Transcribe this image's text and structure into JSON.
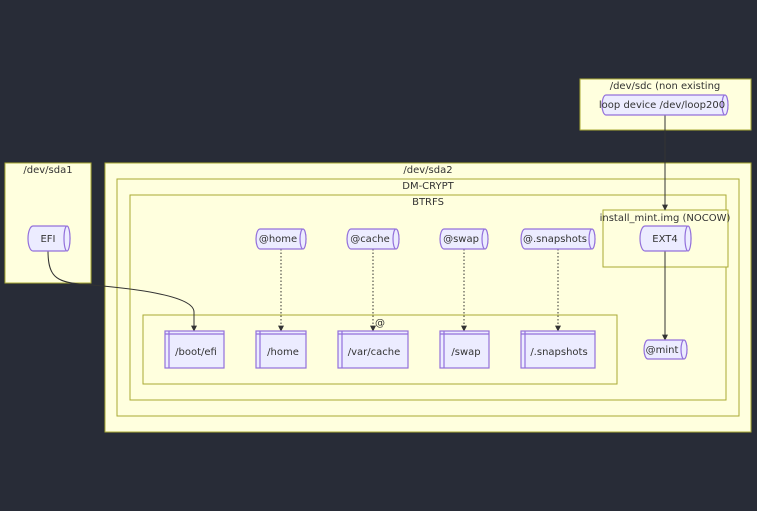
{
  "colors": {
    "background": "#282c37",
    "cluster_fill": "#ffffde",
    "cluster_stroke": "#aaaa33",
    "node_fill": "#ececff",
    "node_stroke": "#9370db",
    "edge": "#333333"
  },
  "clusters": {
    "sda1": "/dev/sda1",
    "sda2": "/dev/sda2",
    "dmcrypt": "DM-CRYPT",
    "btrfs": "BTRFS",
    "sdc": "/dev/sdc (non existing",
    "install_img": "install_mint.img (NOCOW)",
    "at_root": "@"
  },
  "nodes": {
    "loop": "loop device /dev/loop200",
    "efi": "EFI",
    "ext4": "EXT4",
    "sv_home": "@home",
    "sv_cache": "@cache",
    "sv_swap": "@swap",
    "sv_snapshots": "@.snapshots",
    "mnt_boot_efi": "/boot/efi",
    "mnt_home": "/home",
    "mnt_var_cache": "/var/cache",
    "mnt_swap": "/swap",
    "mnt_snapshots": "/.snapshots",
    "mint": "@mint"
  }
}
